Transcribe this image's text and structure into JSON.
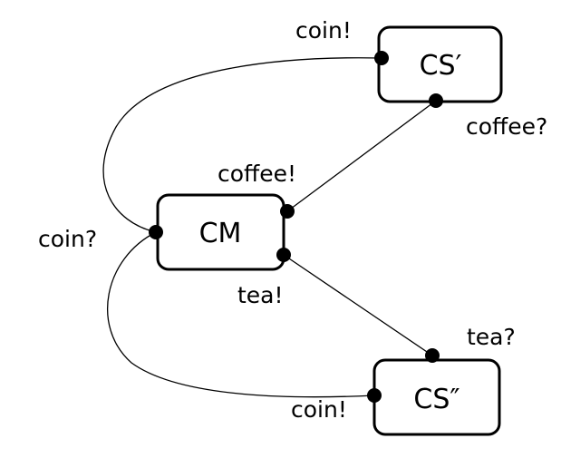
{
  "components": {
    "cs_prime": "CS′",
    "cm": "CM",
    "cs_double_prime": "CS″"
  },
  "ports": {
    "cs_prime_coin": "coin!",
    "cs_prime_coffee": "coffee?",
    "cm_coffee": "coffee!",
    "cm_coin": "coin?",
    "cm_tea": "tea!",
    "cs_double_prime_tea": "tea?",
    "cs_double_prime_coin": "coin!"
  },
  "colors": {
    "stroke": "#000000",
    "background": "#ffffff"
  }
}
